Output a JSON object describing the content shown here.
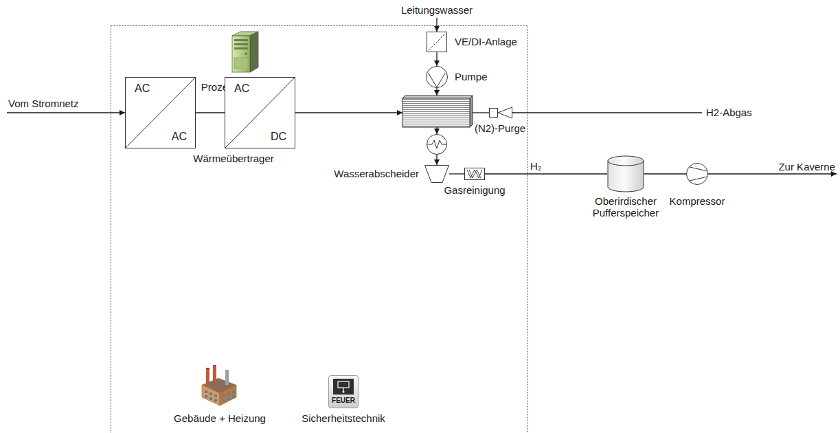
{
  "diagram": {
    "nodes": [
      {
        "text": [
          "Prozess-Steuerung"
        ]
      },
      {
        "text": [
          "VE/DI-Anlage"
        ]
      },
      {
        "text": [
          "Pumpe"
        ]
      },
      {
        "text": [
          "AC",
          "AC"
        ]
      },
      {
        "text": [
          "AC",
          "DC"
        ]
      },
      {
        "text": [
          "Wärmeübertrager"
        ]
      },
      {
        "text": [
          "(N2)-Purge"
        ]
      },
      {
        "text": [
          "Wasserabscheider"
        ]
      },
      {
        "text": [
          "Gasreinigung"
        ]
      },
      {
        "text": [
          "Gebäude + Heizung"
        ]
      },
      {
        "text": [
          "FEUER",
          "Sicherheitstechnik"
        ]
      },
      {
        "text": [
          "Oberirdischer Pufferspeicher"
        ]
      },
      {
        "text": [
          "Kompressor"
        ]
      }
    ],
    "edges": [
      {
        "from": 1,
        "to": 2,
        "arrow": "to"
      },
      {
        "from": 3,
        "to": 4,
        "arrow": "none"
      },
      {
        "from": 5,
        "to": 7,
        "arrow": "to"
      },
      {
        "from": 7,
        "to": 8,
        "arrow": "none"
      },
      {
        "from": 8,
        "to": 11,
        "label": "H₂",
        "arrow": "none"
      },
      {
        "from": 11,
        "to": 12,
        "arrow": "none"
      }
    ],
    "labels": [
      "Leitungswasser",
      "Vom Stromnetz",
      "H2-Abgas",
      "Zur Kaverne"
    ]
  }
}
